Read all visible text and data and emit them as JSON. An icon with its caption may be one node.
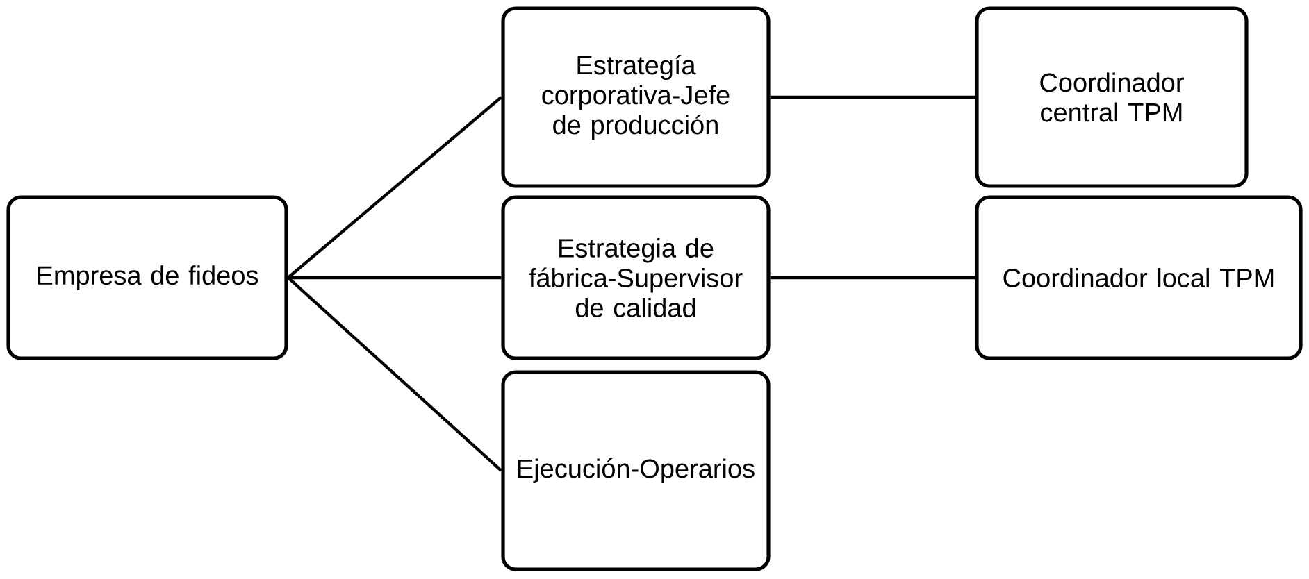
{
  "diagram": {
    "nodes": [
      {
        "text": [
          "Empresa de fideos"
        ]
      },
      {
        "text": [
          "Estrategía corporativa-Jefe de producción"
        ]
      },
      {
        "text": [
          "Coordinador central TPM"
        ]
      },
      {
        "text": [
          "Estrategia de fábrica-Supervisor de calidad"
        ]
      },
      {
        "text": [
          "Coordinador local TPM"
        ]
      },
      {
        "text": [
          "Ejecución-Operarios"
        ]
      }
    ],
    "edges": [
      {
        "from": 0,
        "to": 1,
        "arrow": "none"
      },
      {
        "from": 0,
        "to": 3,
        "arrow": "none"
      },
      {
        "from": 0,
        "to": 5,
        "arrow": "none"
      },
      {
        "from": 1,
        "to": 2,
        "arrow": "none"
      },
      {
        "from": 3,
        "to": 4,
        "arrow": "none"
      }
    ]
  }
}
